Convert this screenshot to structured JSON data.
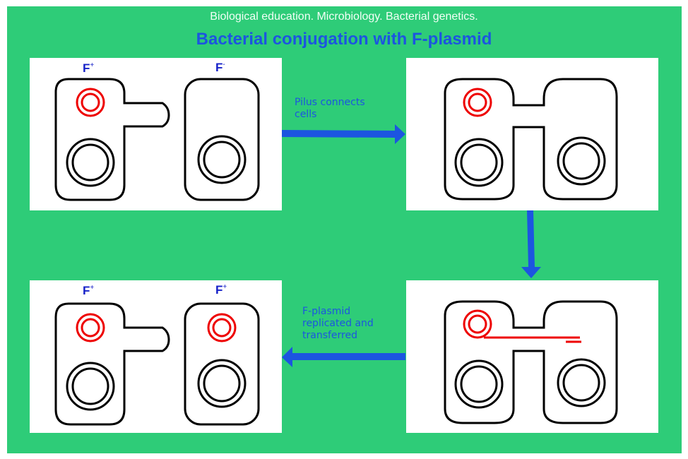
{
  "header": {
    "subtitle": "Biological education.  Microbiology.  Bacterial genetics.",
    "title": "Bacterial conjugation with F-plasmid"
  },
  "colors": {
    "background": "#2ecc78",
    "title": "#1c55e0",
    "arrow": "#1c55e0",
    "label": "#1520c8",
    "plasmid": "#ee0000",
    "cell_outline": "#000000"
  },
  "panels": [
    {
      "id": "step1",
      "labels": [
        {
          "base": "F",
          "sup": "+"
        },
        {
          "base": "F",
          "sup": "-"
        }
      ]
    },
    {
      "id": "step2",
      "labels": []
    },
    {
      "id": "step3",
      "labels": []
    },
    {
      "id": "step4",
      "labels": [
        {
          "base": "F",
          "sup": "+"
        },
        {
          "base": "F",
          "sup": "+"
        }
      ]
    }
  ],
  "captions": {
    "step1_to_2": [
      "Pilus connects",
      "cells"
    ],
    "step3_to_4": [
      "F-plasmid",
      "replicated and",
      "transferred"
    ]
  }
}
